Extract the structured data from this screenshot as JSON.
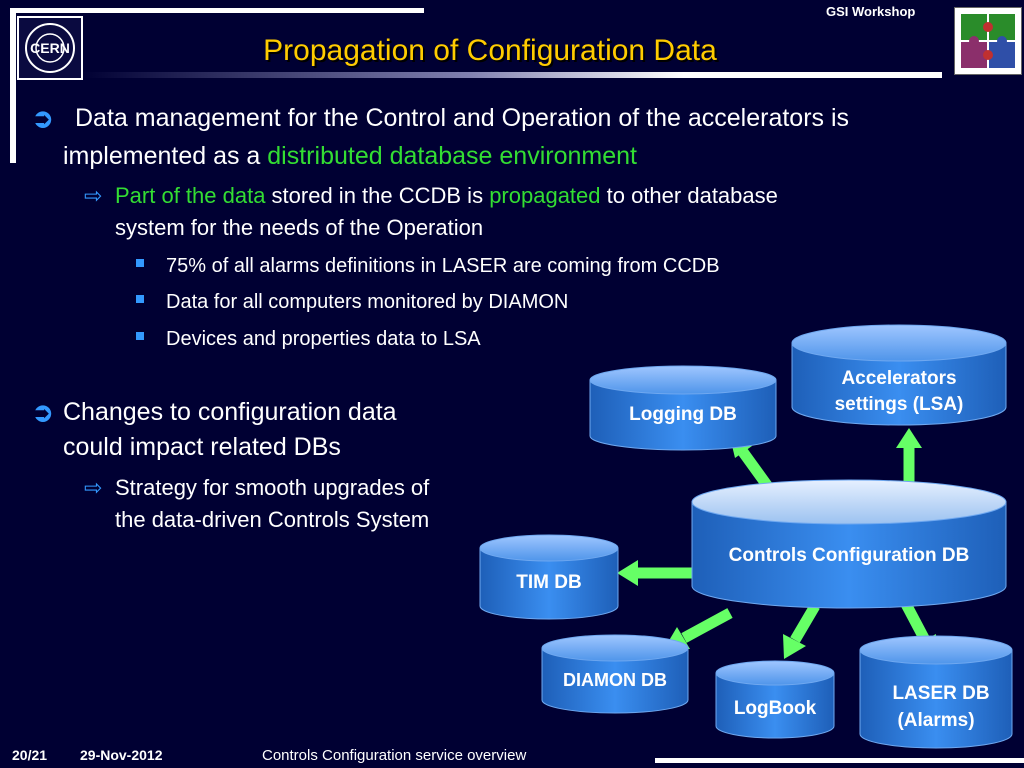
{
  "header": {
    "title": "Propagation of Configuration Data",
    "workshop": "GSI Workshop",
    "cern_logo_text": "CERN"
  },
  "bullets": {
    "b1_line1": "Data management for the Control and Operation of the accelerators is",
    "b1_line2_prefix": "implemented as a ",
    "b1_line2_highlight": "distributed database environment",
    "sub1_part1": "Part of the data",
    "sub1_part2": " stored in the CCDB is ",
    "sub1_part3": "propagated",
    "sub1_part4": " to other database",
    "sub1_line2": "system for the needs of the Operation",
    "sub1_items": [
      "75% of all alarms definitions in LASER are coming from CCDB",
      "Data for all computers monitored by DIAMON",
      "Devices and properties data to LSA"
    ],
    "b2_line1": "Changes to configuration data",
    "b2_line2": "could impact related DBs",
    "sub2_line1": "Strategy for smooth upgrades of",
    "sub2_line2": "the data-driven Controls System"
  },
  "diagram": {
    "center": "Controls Configuration DB",
    "accelerators_line1": "Accelerators",
    "accelerators_line2": "settings (LSA)",
    "logging": "Logging DB",
    "tim": "TIM DB",
    "diamon": "DIAMON DB",
    "logbook": "LogBook",
    "laser_line1": "LASER DB",
    "laser_line2": "(Alarms)"
  },
  "footer": {
    "page": "20/21",
    "date": "29-Nov-2012",
    "subtitle": "Controls Configuration service overview"
  },
  "colors": {
    "background": "#000033",
    "title": "#ffcc00",
    "highlight": "#33dd33",
    "bullet": "#3399ff",
    "cylinder": "#2f7fe0",
    "arrow": "#66ff66"
  }
}
